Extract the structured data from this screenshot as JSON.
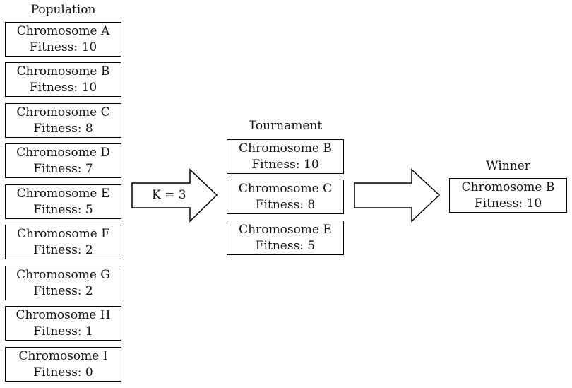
{
  "population": {
    "title": "Population",
    "chromosomes": [
      {
        "name": "Chromosome A",
        "fitness": "Fitness: 10"
      },
      {
        "name": "Chromosome B",
        "fitness": "Fitness: 10"
      },
      {
        "name": "Chromosome C",
        "fitness": "Fitness: 8"
      },
      {
        "name": "Chromosome D",
        "fitness": "Fitness: 7"
      },
      {
        "name": "Chromosome E",
        "fitness": "Fitness: 5"
      },
      {
        "name": "Chromosome F",
        "fitness": "Fitness: 2"
      },
      {
        "name": "Chromosome G",
        "fitness": "Fitness: 2"
      },
      {
        "name": "Chromosome H",
        "fitness": "Fitness: 1"
      },
      {
        "name": "Chromosome I",
        "fitness": "Fitness: 0"
      }
    ]
  },
  "selection_arrow": {
    "label": "K = 3"
  },
  "tournament": {
    "title": "Tournament",
    "chromosomes": [
      {
        "name": "Chromosome B",
        "fitness": "Fitness: 10"
      },
      {
        "name": "Chromosome C",
        "fitness": "Fitness: 8"
      },
      {
        "name": "Chromosome E",
        "fitness": "Fitness: 5"
      }
    ]
  },
  "winner": {
    "title": "Winner",
    "chromosome": {
      "name": "Chromosome B",
      "fitness": "Fitness: 10"
    }
  }
}
